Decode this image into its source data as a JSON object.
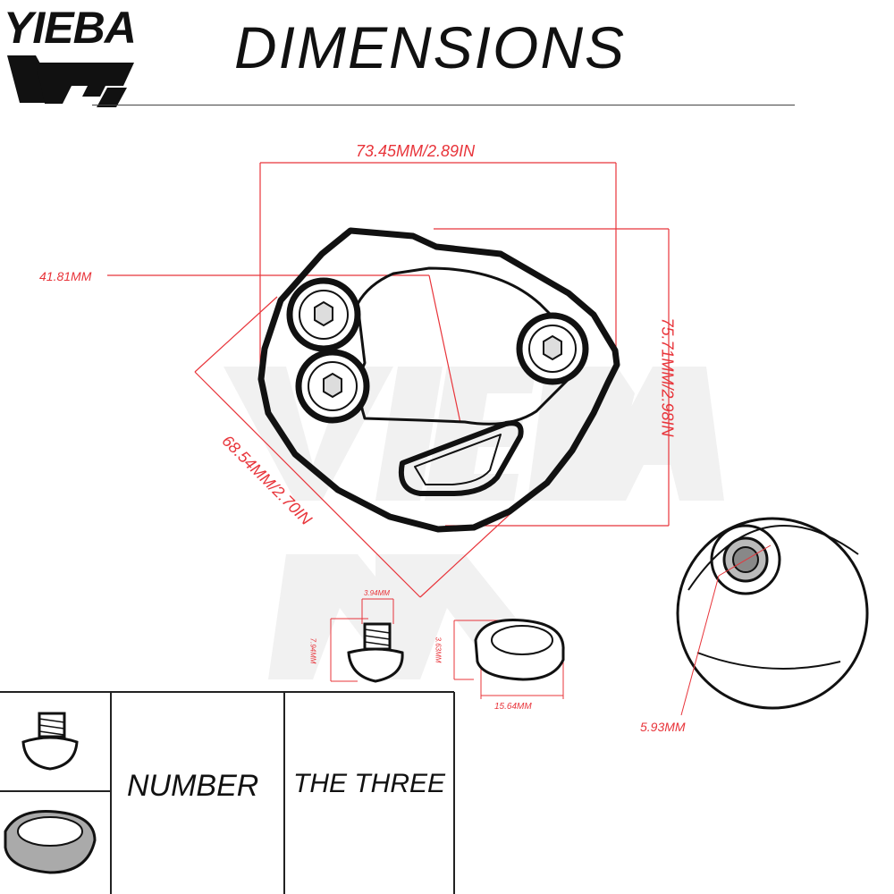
{
  "brand": {
    "name": "YIEBA"
  },
  "header": {
    "title": "DIMENSIONS"
  },
  "dimensions": {
    "width": "73.45MM/2.89IN",
    "height": "75.71MM/2.98IN",
    "diagonal": "68.54MM/2.70IN",
    "circle": "41.81MM",
    "bolt_head": "3.94MM",
    "bolt_length": "7.94MM",
    "washer_height": "3.63MM",
    "washer_diameter": "15.64MM",
    "thread": "5.93MM"
  },
  "table": {
    "number_label": "NUMBER",
    "count_label": "THE  THREE"
  },
  "colors": {
    "dimension_line": "#e8343a",
    "outline": "#111111",
    "part_fill": "#9a9a9a",
    "watermark": "#f0f0f0"
  }
}
